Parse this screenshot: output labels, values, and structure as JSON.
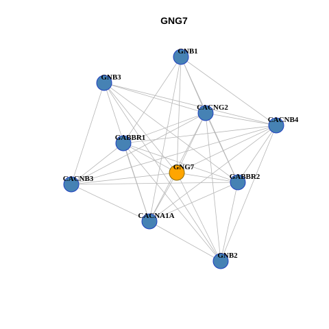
{
  "title": "GNG7",
  "colors": {
    "node_fill": "#4682B4",
    "node_stroke": "#1f3fbf",
    "center_fill": "#FFA500",
    "center_stroke": "#8a6a00",
    "edge": "#b5b5b5"
  },
  "nodes": [
    {
      "id": "GNG7",
      "label": "GNG7",
      "center": true
    },
    {
      "id": "GNB1",
      "label": "GNB1"
    },
    {
      "id": "GNB3",
      "label": "GNB3"
    },
    {
      "id": "CACNG2",
      "label": "CACNG2"
    },
    {
      "id": "CACNB4",
      "label": "CACNB4"
    },
    {
      "id": "GABBR1",
      "label": "GABBR1"
    },
    {
      "id": "CACNB3",
      "label": "CACNB3"
    },
    {
      "id": "GABBR2",
      "label": "GABBR2"
    },
    {
      "id": "CACNA1A",
      "label": "CACNA1A"
    },
    {
      "id": "GNB2",
      "label": "GNB2"
    }
  ],
  "edges": [
    [
      "GNB1",
      "GNG7"
    ],
    [
      "GNB1",
      "CACNG2"
    ],
    [
      "GNB1",
      "CACNB4"
    ],
    [
      "GNB1",
      "GABBR1"
    ],
    [
      "GNB1",
      "CACNA1A"
    ],
    [
      "GNB1",
      "GABBR2"
    ],
    [
      "GNB3",
      "GNG7"
    ],
    [
      "GNB3",
      "CACNG2"
    ],
    [
      "GNB3",
      "CACNB4"
    ],
    [
      "GNB3",
      "CACNB3"
    ],
    [
      "GNB3",
      "CACNA1A"
    ],
    [
      "GNB3",
      "GABBR2"
    ],
    [
      "GNB3",
      "GNB2"
    ],
    [
      "CACNG2",
      "GNG7"
    ],
    [
      "CACNG2",
      "GABBR1"
    ],
    [
      "CACNG2",
      "CACNB3"
    ],
    [
      "CACNG2",
      "CACNA1A"
    ],
    [
      "CACNG2",
      "GABBR2"
    ],
    [
      "CACNG2",
      "GNB2"
    ],
    [
      "CACNG2",
      "CACNB4"
    ],
    [
      "CACNB4",
      "GABBR1"
    ],
    [
      "CACNB4",
      "GNG7"
    ],
    [
      "CACNB4",
      "CACNA1A"
    ],
    [
      "CACNB4",
      "GABBR2"
    ],
    [
      "CACNB4",
      "GNB2"
    ],
    [
      "CACNB4",
      "CACNB3"
    ],
    [
      "GABBR1",
      "GNG7"
    ],
    [
      "GABBR1",
      "CACNB3"
    ],
    [
      "GABBR1",
      "GABBR2"
    ],
    [
      "GABBR1",
      "CACNA1A"
    ],
    [
      "GABBR1",
      "GNB2"
    ],
    [
      "CACNB3",
      "GNG7"
    ],
    [
      "CACNB3",
      "GABBR2"
    ],
    [
      "CACNB3",
      "CACNA1A"
    ],
    [
      "GNG7",
      "GABBR2"
    ],
    [
      "GNG7",
      "CACNA1A"
    ],
    [
      "GNG7",
      "GNB2"
    ],
    [
      "GABBR2",
      "CACNA1A"
    ],
    [
      "GABBR2",
      "GNB2"
    ],
    [
      "CACNA1A",
      "GNB2"
    ]
  ]
}
